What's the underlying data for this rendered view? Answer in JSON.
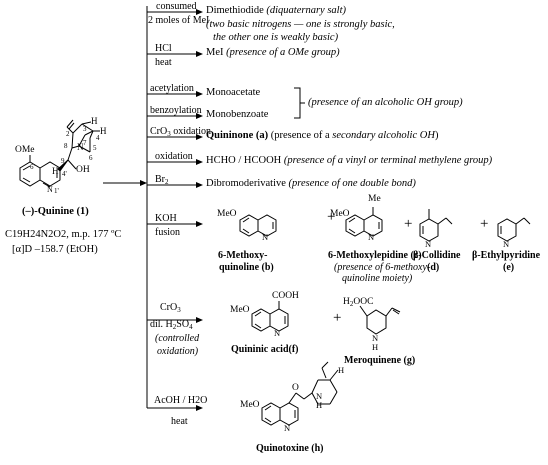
{
  "quinine": {
    "name": "(–)-Quinine (1)",
    "formula": "C19H24N2O2, m.p. 177 ºC",
    "rotation": "[α]D –158.7 (EtOH)",
    "atoms": {
      "ome": "OMe",
      "c6p": "6'",
      "c4p": "4'",
      "c1p": "1'",
      "c9": "9",
      "c8": "8",
      "c2": "2",
      "c3": "3",
      "c4": "4",
      "c5": "5",
      "c6": "6",
      "c7": "7",
      "n": "N",
      "h": "H",
      "oh": "OH"
    }
  },
  "reactions": [
    {
      "reagent1": "consumed",
      "reagent2": "2 moles of MeI",
      "product": "Dimethiodide",
      "note": "(diquaternary salt)",
      "note2": "(two basic nitrogens — one is strongly basic,",
      "note3": "the other one is weakly basic)"
    },
    {
      "reagent1": "HCl",
      "reagent2": "heat",
      "product": "MeI",
      "note": "(presence of a OMe group)"
    },
    {
      "reagent1": "acetylation",
      "product": "Monoacetate"
    },
    {
      "reagent1": "benzoylation",
      "product": "Monobenzoate",
      "note": "(presence of an alcoholic OH group)"
    },
    {
      "reagent1": "CrO3 oxidation",
      "product": "Quininone (a)",
      "note": "(presence of a secondary alcoholic OH)"
    },
    {
      "reagent1": "oxidation",
      "product": "HCHO / HCOOH",
      "note": "(presence of a vinyl or terminal methylene group)"
    },
    {
      "reagent1": "Br2",
      "product": "Dibromoderivative",
      "note": "(presence of one double bond)"
    },
    {
      "reagent1": "KOH",
      "reagent2": "fusion"
    },
    {
      "reagent1": "CrO3",
      "reagent2": "dil. H2SO4",
      "reagent3": "(controlled",
      "reagent4": "oxidation)"
    },
    {
      "reagent1": "AcOH / H2O",
      "reagent2": "heat"
    }
  ],
  "fusion_products": [
    {
      "name1": "6-Methoxy-",
      "name2": "quinoline (b)"
    },
    {
      "name1": "6-Methoxylepidine (c)",
      "name2": "(presence of 6-methoxy-",
      "name3": "quinoline moiety)"
    },
    {
      "name1": "β-Collidine",
      "name2": "(d)"
    },
    {
      "name1": "β-Ethylpyridine",
      "name2": "(e)"
    }
  ],
  "oxidation_products": [
    {
      "name": "Quininic acid(f)"
    },
    {
      "name": "Meroquinene (g)"
    }
  ],
  "hydrolysis_product": {
    "name": "Quinotoxine (h)"
  },
  "struct_labels": {
    "meo": "MeO",
    "me": "Me",
    "cooh": "COOH",
    "h2cooc": "H2OOC",
    "n": "N",
    "h": "H",
    "o": "O",
    "plus": "+"
  }
}
